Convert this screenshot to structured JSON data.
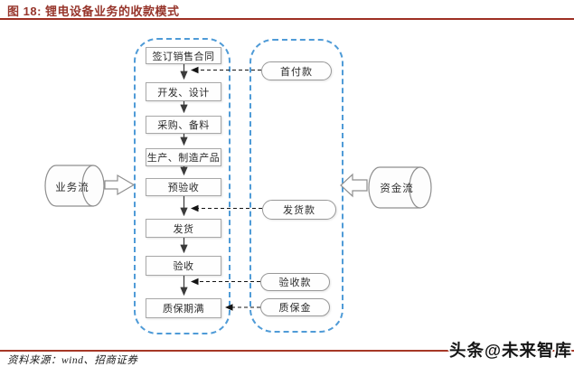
{
  "figure": {
    "title": "图 18: 锂电设备业务的收款模式"
  },
  "flowchart": {
    "business_flow_label": "业务流",
    "capital_flow_label": "资金流",
    "process_steps": [
      {
        "label": "签订销售合同"
      },
      {
        "label": "开发、设计"
      },
      {
        "label": "采购、备料"
      },
      {
        "label": "生产、制造产品"
      },
      {
        "label": "预验收"
      },
      {
        "label": "发货"
      },
      {
        "label": "验收"
      },
      {
        "label": "质保期满"
      }
    ],
    "payments": [
      {
        "label": "首付款"
      },
      {
        "label": "发货款"
      },
      {
        "label": "验收款"
      },
      {
        "label": "质保金"
      }
    ]
  },
  "footer": {
    "source": "资料来源：wind、招商证券",
    "watermark": "头条@未来智库"
  },
  "colors": {
    "title_text": "#97352b",
    "rule": "#9e2f23",
    "dashed_container": "#4f9bd7",
    "connector": "#3b3b3b"
  }
}
